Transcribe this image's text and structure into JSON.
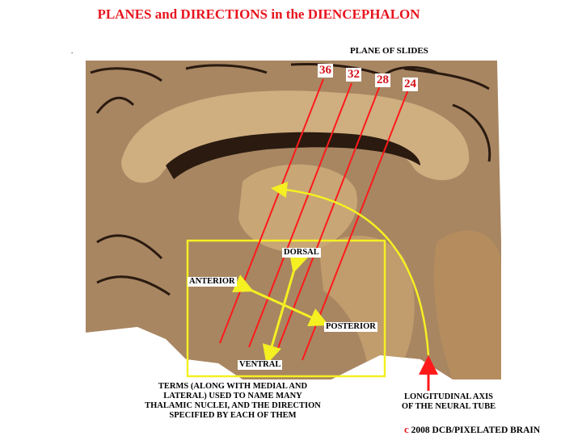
{
  "title": "PLANES and DIRECTIONS in the DIENCEPHALON",
  "plane_label": "PLANE OF SLIDES",
  "slices": [
    "36",
    "32",
    "28",
    "24"
  ],
  "directions": {
    "dorsal": "DORSAL",
    "anterior": "ANTERIOR",
    "posterior": "POSTERIOR",
    "ventral": "VENTRAL"
  },
  "terms_caption": "TERMS (ALONG WITH MEDIAL AND LATERAL) USED TO NAME MANY THALAMIC NUCLEI, AND THE DIRECTION SPECIFIED BY EACH OF THEM",
  "axis_caption": "LONGITUDINAL AXIS OF THE NEURAL TUBE",
  "copyright_symbol": "c",
  "copyright_text": "2008  DCB/PIXELATED BRAIN",
  "colors": {
    "title": "#e8141e",
    "slice_lines": "#ff1a1a",
    "box": "#f4f022",
    "arrows": "#f4f022",
    "tissue": "#b9956a",
    "sulci": "#2a1a10"
  }
}
